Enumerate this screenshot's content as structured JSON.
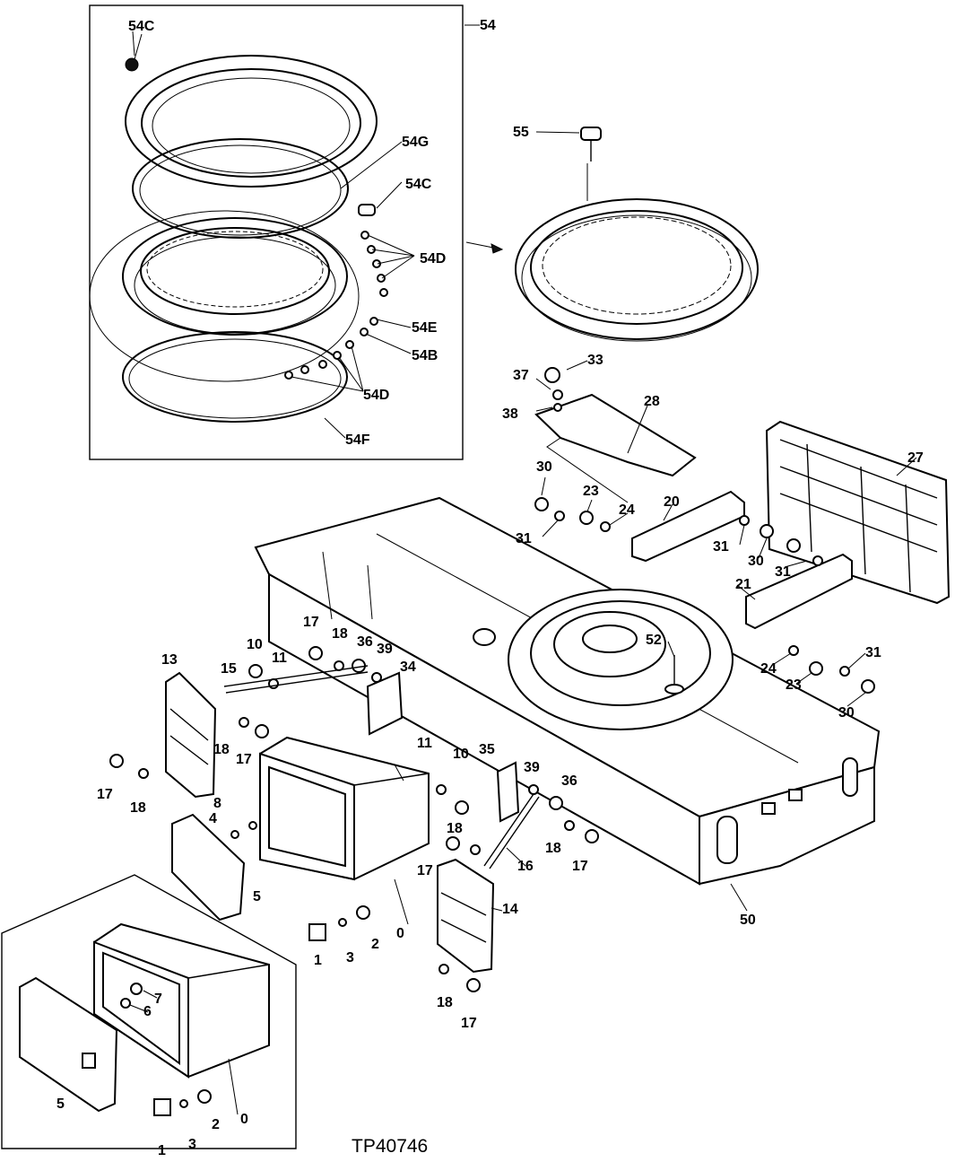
{
  "drawing_code": "TP40746",
  "callouts": [
    {
      "id": "54C_a",
      "text": "54C"
    },
    {
      "id": "54",
      "text": "54"
    },
    {
      "id": "54G",
      "text": "54G"
    },
    {
      "id": "54C_b",
      "text": "54C"
    },
    {
      "id": "54D_a",
      "text": "54D"
    },
    {
      "id": "54E",
      "text": "54E"
    },
    {
      "id": "54B",
      "text": "54B"
    },
    {
      "id": "54D_b",
      "text": "54D"
    },
    {
      "id": "54F",
      "text": "54F"
    },
    {
      "id": "55",
      "text": "55"
    },
    {
      "id": "37",
      "text": "37"
    },
    {
      "id": "33",
      "text": "33"
    },
    {
      "id": "38",
      "text": "38"
    },
    {
      "id": "28",
      "text": "28"
    },
    {
      "id": "27",
      "text": "27"
    },
    {
      "id": "30_a",
      "text": "30"
    },
    {
      "id": "23_a",
      "text": "23"
    },
    {
      "id": "24_a",
      "text": "24"
    },
    {
      "id": "20",
      "text": "20"
    },
    {
      "id": "31_a",
      "text": "31"
    },
    {
      "id": "31_b",
      "text": "31"
    },
    {
      "id": "30_b",
      "text": "30"
    },
    {
      "id": "31_c",
      "text": "31"
    },
    {
      "id": "21",
      "text": "21"
    },
    {
      "id": "52",
      "text": "52"
    },
    {
      "id": "31_d",
      "text": "31"
    },
    {
      "id": "24_b",
      "text": "24"
    },
    {
      "id": "23_b",
      "text": "23"
    },
    {
      "id": "30_c",
      "text": "30"
    },
    {
      "id": "17_a",
      "text": "17"
    },
    {
      "id": "18_a",
      "text": "18"
    },
    {
      "id": "36_a",
      "text": "36"
    },
    {
      "id": "39_a",
      "text": "39"
    },
    {
      "id": "34",
      "text": "34"
    },
    {
      "id": "10_a",
      "text": "10"
    },
    {
      "id": "11_a",
      "text": "11"
    },
    {
      "id": "15",
      "text": "15"
    },
    {
      "id": "13",
      "text": "13"
    },
    {
      "id": "18_b",
      "text": "18"
    },
    {
      "id": "17_b",
      "text": "17"
    },
    {
      "id": "17_c",
      "text": "17"
    },
    {
      "id": "18_c",
      "text": "18"
    },
    {
      "id": "8",
      "text": "8"
    },
    {
      "id": "4",
      "text": "4"
    },
    {
      "id": "11_b",
      "text": "11"
    },
    {
      "id": "10_b",
      "text": "10"
    },
    {
      "id": "35",
      "text": "35"
    },
    {
      "id": "39_b",
      "text": "39"
    },
    {
      "id": "36_b",
      "text": "36"
    },
    {
      "id": "18_d",
      "text": "18"
    },
    {
      "id": "18_e",
      "text": "18"
    },
    {
      "id": "17_d",
      "text": "17"
    },
    {
      "id": "17_e",
      "text": "17"
    },
    {
      "id": "16",
      "text": "16"
    },
    {
      "id": "14",
      "text": "14"
    },
    {
      "id": "5_a",
      "text": "5"
    },
    {
      "id": "0_a",
      "text": "0"
    },
    {
      "id": "1_a",
      "text": "1"
    },
    {
      "id": "3_a",
      "text": "3"
    },
    {
      "id": "2_a",
      "text": "2"
    },
    {
      "id": "50",
      "text": "50"
    },
    {
      "id": "18_f",
      "text": "18"
    },
    {
      "id": "17_f",
      "text": "17"
    },
    {
      "id": "7",
      "text": "7"
    },
    {
      "id": "6",
      "text": "6"
    },
    {
      "id": "5_b",
      "text": "5"
    },
    {
      "id": "0_b",
      "text": "0"
    },
    {
      "id": "2_b",
      "text": "2"
    },
    {
      "id": "3_b",
      "text": "3"
    },
    {
      "id": "1_b",
      "text": "1"
    }
  ]
}
